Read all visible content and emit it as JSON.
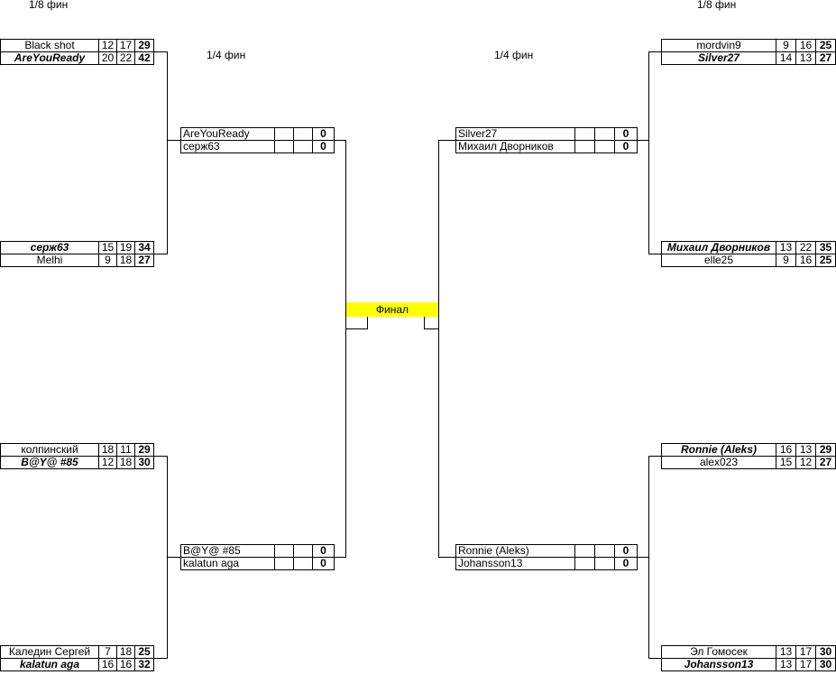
{
  "labels": {
    "r16_left": "1/8 фин",
    "r16_right": "1/8 фин",
    "qf_left": "1/4 фин",
    "qf_right": "1/4 фин",
    "final": "Финал"
  },
  "r16": {
    "m1": [
      {
        "name": "Black shot",
        "s1": "12",
        "s2": "17",
        "total": "29"
      },
      {
        "name": "AreYouReady",
        "s1": "20",
        "s2": "22",
        "total": "42"
      }
    ],
    "m2": [
      {
        "name": "серж63",
        "s1": "15",
        "s2": "19",
        "total": "34"
      },
      {
        "name": "Melhi",
        "s1": "9",
        "s2": "18",
        "total": "27"
      }
    ],
    "m3": [
      {
        "name": "колпинский",
        "s1": "18",
        "s2": "11",
        "total": "29"
      },
      {
        "name": "B@Y@ #85",
        "s1": "12",
        "s2": "18",
        "total": "30"
      }
    ],
    "m4": [
      {
        "name": "Каледин Сергей",
        "s1": "7",
        "s2": "18",
        "total": "25"
      },
      {
        "name": "kalatun aga",
        "s1": "16",
        "s2": "16",
        "total": "32"
      }
    ],
    "m5": [
      {
        "name": "mordvin9",
        "s1": "9",
        "s2": "16",
        "total": "25"
      },
      {
        "name": "Silver27",
        "s1": "14",
        "s2": "13",
        "total": "27"
      }
    ],
    "m6": [
      {
        "name": "Михаил Дворников",
        "s1": "13",
        "s2": "22",
        "total": "35"
      },
      {
        "name": "elle25",
        "s1": "9",
        "s2": "16",
        "total": "25"
      }
    ],
    "m7": [
      {
        "name": "Ronnie (Aleks)",
        "s1": "16",
        "s2": "13",
        "total": "29"
      },
      {
        "name": "alex023",
        "s1": "15",
        "s2": "12",
        "total": "27"
      }
    ],
    "m8": [
      {
        "name": "Эл Гомосек",
        "s1": "13",
        "s2": "17",
        "total": "30"
      },
      {
        "name": "Johansson13",
        "s1": "13",
        "s2": "17",
        "total": "30"
      }
    ]
  },
  "qf": {
    "q1": [
      {
        "name": "AreYouReady",
        "s1": "",
        "s2": "",
        "total": "0"
      },
      {
        "name": "серж63",
        "s1": "",
        "s2": "",
        "total": "0"
      }
    ],
    "q2": [
      {
        "name": "B@Y@ #85",
        "s1": "",
        "s2": "",
        "total": "0"
      },
      {
        "name": "kalatun aga",
        "s1": "",
        "s2": "",
        "total": "0"
      }
    ],
    "q3": [
      {
        "name": "Silver27",
        "s1": "",
        "s2": "",
        "total": "0"
      },
      {
        "name": "Михаил Дворников",
        "s1": "",
        "s2": "",
        "total": "0"
      }
    ],
    "q4": [
      {
        "name": "Ronnie (Aleks)",
        "s1": "",
        "s2": "",
        "total": "0"
      },
      {
        "name": "Johansson13",
        "s1": "",
        "s2": "",
        "total": "0"
      }
    ]
  }
}
